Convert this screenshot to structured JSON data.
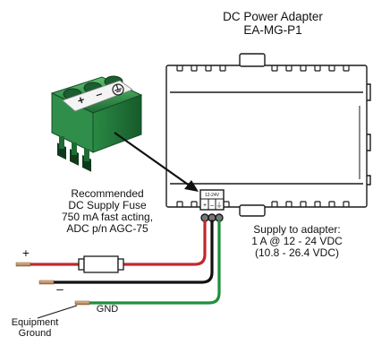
{
  "title": {
    "line1": "DC Power Adapter",
    "line2": "EA-MG-P1"
  },
  "fuse_note": {
    "line1": "Recommended",
    "line2": "DC Supply Fuse",
    "line3": "750 mA fast acting,",
    "line4": "ADC p/n AGC-75"
  },
  "supply_note": {
    "line1": "Supply to adapter:",
    "line2": "1 A @ 12 - 24 VDC",
    "line3": "(10.8 - 26.4 VDC)"
  },
  "wires": {
    "positive_symbol": "+",
    "negative_symbol": "–",
    "ground_label": "GND"
  },
  "equipment_ground": {
    "line1": "Equipment",
    "line2": "Ground"
  },
  "terminal_marks": {
    "voltage": "12-24V",
    "plus": "+",
    "minus": "–",
    "ground_symbol": "⏚"
  },
  "colors": {
    "outline": "#1a1a1a",
    "positive_wire": "#c0282d",
    "negative_wire": "#111111",
    "ground_wire": "#1f8f3a",
    "connector_green": "#2f8f4a",
    "connector_dark": "#1e6b35"
  }
}
